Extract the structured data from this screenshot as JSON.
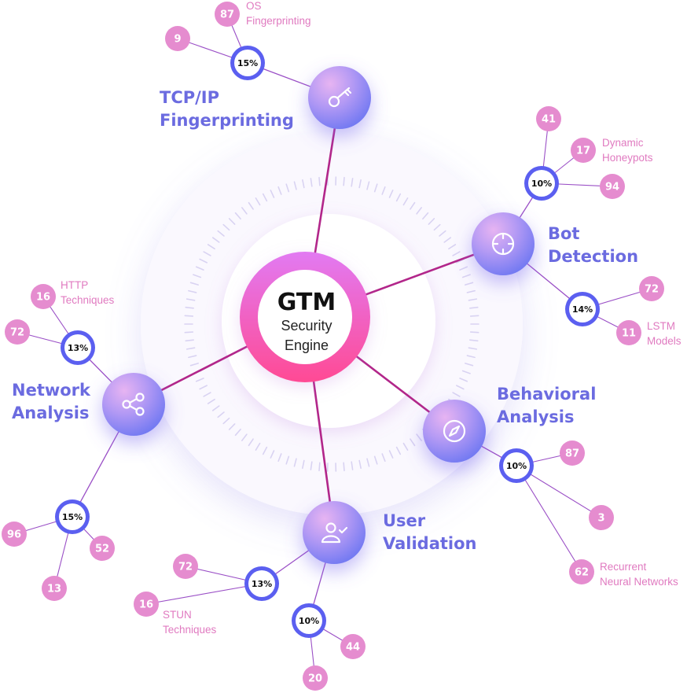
{
  "core": {
    "title": "GTM",
    "line1": "Security",
    "line2": "Engine"
  },
  "colors": {
    "accent": "#6b6be0",
    "pink_badge": "#e58ccf",
    "pct_ring": "#5b5ff0",
    "spoke": "#b2268a",
    "branch": "#9a4fc6",
    "leaf_text": "#e07ac0",
    "core_ring_top": "#e06cf0",
    "core_ring_bottom": "#ff4f9a"
  },
  "categories": [
    {
      "id": "tcpip",
      "label_lines": [
        "TCP/IP",
        "Fingerprinting"
      ],
      "icon": "key-icon",
      "branches": [
        {
          "percent": "15%",
          "leaves": [
            {
              "value": "87",
              "label": [
                "OS",
                "Fingerprinting"
              ]
            },
            {
              "value": "9",
              "label": []
            }
          ]
        }
      ]
    },
    {
      "id": "bot",
      "label_lines": [
        "Bot",
        "Detection"
      ],
      "icon": "crosshair-icon",
      "branches": [
        {
          "percent": "10%",
          "leaves": [
            {
              "value": "41",
              "label": []
            },
            {
              "value": "17",
              "label": [
                "Dynamic",
                "Honeypots"
              ]
            },
            {
              "value": "94",
              "label": []
            }
          ]
        },
        {
          "percent": "14%",
          "leaves": [
            {
              "value": "72",
              "label": []
            },
            {
              "value": "11",
              "label": [
                "LSTM",
                "Models"
              ]
            }
          ]
        }
      ]
    },
    {
      "id": "behavioral",
      "label_lines": [
        "Behavioral",
        "Analysis"
      ],
      "icon": "compass-icon",
      "branches": [
        {
          "percent": "10%",
          "leaves": [
            {
              "value": "87",
              "label": []
            },
            {
              "value": "3",
              "label": []
            },
            {
              "value": "62",
              "label": [
                "Recurrent",
                "Neural Networks"
              ]
            }
          ]
        }
      ]
    },
    {
      "id": "user",
      "label_lines": [
        "User",
        "Validation"
      ],
      "icon": "user-check-icon",
      "branches": [
        {
          "percent": "13%",
          "leaves": [
            {
              "value": "72",
              "label": []
            },
            {
              "value": "16",
              "label": [
                "STUN",
                "Techniques"
              ]
            }
          ]
        },
        {
          "percent": "10%",
          "leaves": [
            {
              "value": "44",
              "label": []
            },
            {
              "value": "20",
              "label": []
            }
          ]
        }
      ]
    },
    {
      "id": "network",
      "label_lines": [
        "Network",
        "Analysis"
      ],
      "icon": "share-icon",
      "branches": [
        {
          "percent": "13%",
          "leaves": [
            {
              "value": "16",
              "label": [
                "HTTP",
                "Techniques"
              ]
            },
            {
              "value": "72",
              "label": []
            }
          ]
        },
        {
          "percent": "15%",
          "leaves": [
            {
              "value": "96",
              "label": []
            },
            {
              "value": "52",
              "label": []
            },
            {
              "value": "13",
              "label": []
            }
          ]
        }
      ]
    }
  ]
}
